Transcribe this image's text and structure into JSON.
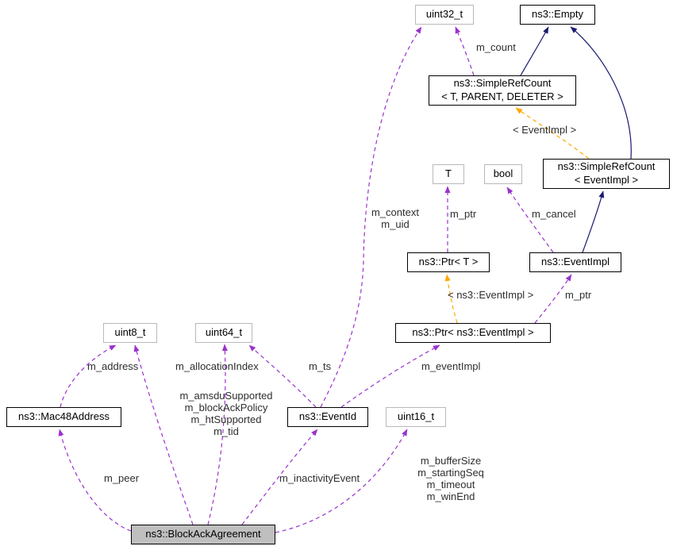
{
  "diagram": {
    "colors": {
      "usage_edge": "#9a32cd",
      "template_edge": "#ffa500",
      "inheritance_edge": "#191970",
      "highlight_fill": "#bfbfbf",
      "gray_node_border": "#b9b9b9"
    },
    "nodes": {
      "uint32": {
        "label": "uint32_t"
      },
      "empty": {
        "label": "ns3::Empty"
      },
      "src_tpd": {
        "label": "ns3::SimpleRefCount\n< T, PARENT, DELETER >"
      },
      "src_eventimpl": {
        "label": "ns3::SimpleRefCount\n< EventImpl >"
      },
      "t": {
        "label": "T"
      },
      "bool": {
        "label": "bool"
      },
      "ptr_t": {
        "label": "ns3::Ptr< T >"
      },
      "eventimpl": {
        "label": "ns3::EventImpl"
      },
      "ptr_eventimpl": {
        "label": "ns3::Ptr< ns3::EventImpl >"
      },
      "uint8": {
        "label": "uint8_t"
      },
      "uint64": {
        "label": "uint64_t"
      },
      "mac48": {
        "label": "ns3::Mac48Address"
      },
      "eventid": {
        "label": "ns3::EventId"
      },
      "uint16": {
        "label": "uint16_t"
      },
      "blockack": {
        "label": "ns3::BlockAckAgreement"
      }
    },
    "edge_labels": {
      "m_count": "m_count",
      "template_eventimpl": "< EventImpl >",
      "m_context_uid": "m_context\nm_uid",
      "m_ptr_t": "m_ptr",
      "m_cancel": "m_cancel",
      "template_ns3_eventimpl": "< ns3::EventImpl >",
      "m_ptr_eventimpl": "m_ptr",
      "m_address": "m_address",
      "m_allocationIndex": "m_allocationIndex",
      "m_ts": "m_ts",
      "m_eventImpl": "m_eventImpl",
      "blockack_uint8": "m_amsduSupported\nm_blockAckPolicy\nm_htSupported\nm_tid",
      "m_peer": "m_peer",
      "m_inactivityEvent": "m_inactivityEvent",
      "blockack_uint16": "m_bufferSize\nm_startingSeq\nm_timeout\nm_winEnd"
    }
  }
}
